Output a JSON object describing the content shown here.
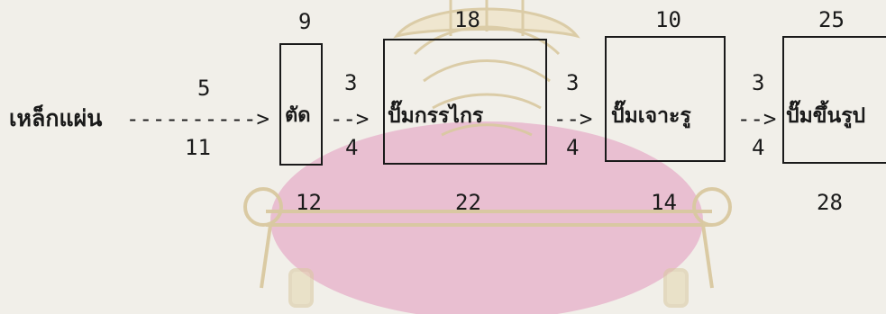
{
  "source_label": "เหล็กแผ่น",
  "source_arrow": "---------->",
  "source_top": "5",
  "source_bottom": "11",
  "steps": [
    {
      "label": "ตัด",
      "top": "9",
      "bottom": "12"
    },
    {
      "label": "ปั๊มกรรไกร",
      "top": "18",
      "bottom": "22"
    },
    {
      "label": "ปั๊มเจาะรู",
      "top": "10",
      "bottom": "14"
    },
    {
      "label": "ปั๊มขึ้นรูป",
      "top": "25",
      "bottom": "28"
    }
  ],
  "links": [
    {
      "arrow": "-->",
      "top": "3",
      "bottom": "4"
    },
    {
      "arrow": "-->",
      "top": "3",
      "bottom": "4"
    },
    {
      "arrow": "-->",
      "top": "3",
      "bottom": "4"
    }
  ],
  "colors": {
    "ink": "#1a1a1a",
    "watermark_pink": "#e7b6cc",
    "watermark_gold": "#d9c9a0",
    "paper": "#f1efe9"
  },
  "watermark_icon": "royal-emblem-watermark"
}
